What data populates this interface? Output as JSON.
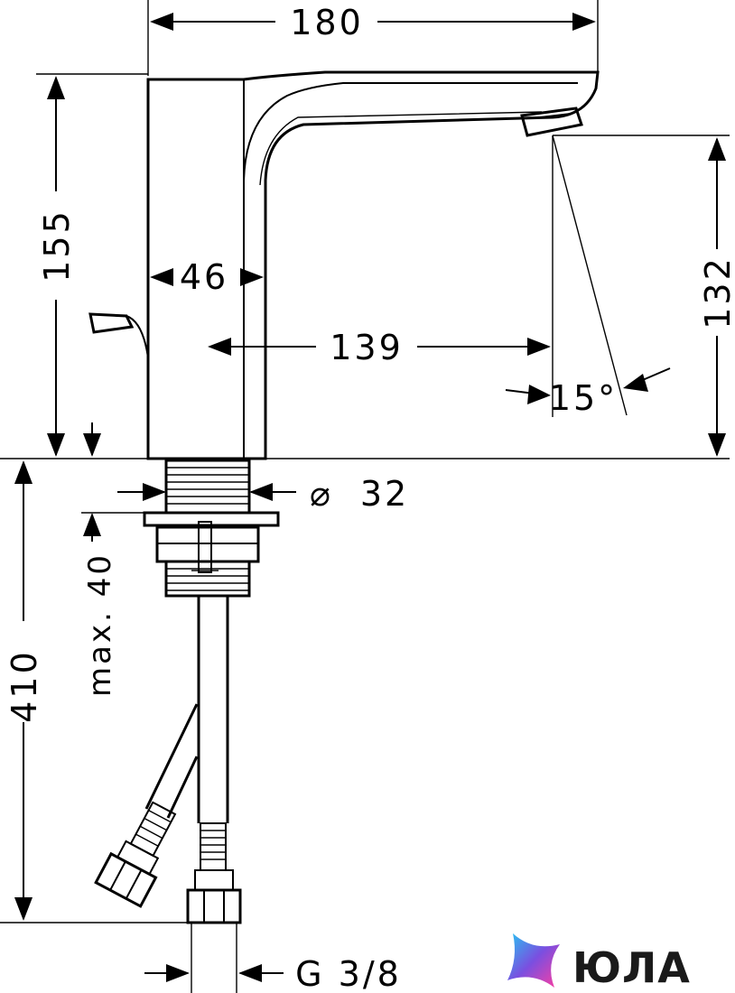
{
  "diagram": {
    "dimensions": {
      "width_total": "180",
      "height_total": "155",
      "body_width": "46",
      "spout_reach": "139",
      "spout_height": "132",
      "spray_angle": "15°",
      "thread_diameter_symbol": "⌀",
      "thread_diameter": "32",
      "max_thickness": "max. 40",
      "hose_length": "410",
      "connection": "G 3/8"
    }
  },
  "brand": {
    "name": "ЮЛА",
    "colors": [
      "#27c4f2",
      "#7a4fe0",
      "#ff3ea0"
    ]
  }
}
